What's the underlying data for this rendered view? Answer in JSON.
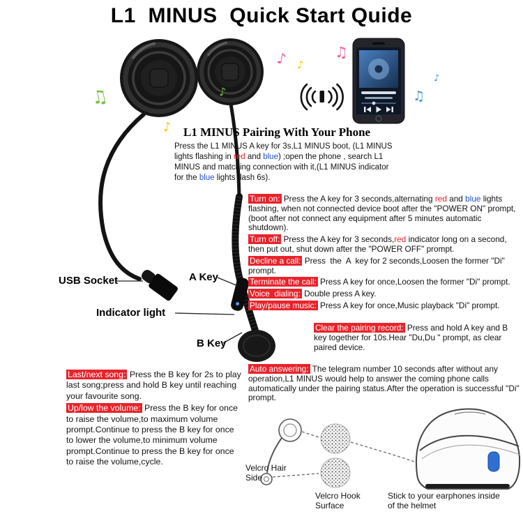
{
  "title": "L1  MINUS  Quick Start Quide",
  "colors": {
    "accent_red": "#e8232b",
    "text_blue": "#2050c8",
    "note_pink": "#ef5f9b",
    "note_green": "#76c043",
    "note_yellow": "#f3c613",
    "note_blue": "#3f8fd0",
    "device_blue": "#2f6fd1"
  },
  "icons": {
    "note": "♪",
    "beamed_note": "♫"
  },
  "pairing": {
    "heading": "L1 MINUS Pairing With Your Phone",
    "body": [
      {
        "t": "Press the L1 MINUS A key for 3s,L1 MINUS boot, (L1 MINUS lights flashing in "
      },
      {
        "t": "red",
        "c": "red"
      },
      {
        "t": " and "
      },
      {
        "t": "blue",
        "c": "blue"
      },
      {
        "t": ") ;open the phone , search L1 MINUS and matching connection with it,(L1 MINUS indicator for the "
      },
      {
        "t": "blue",
        "c": "blue"
      },
      {
        "t": " lights flash 6s)."
      }
    ]
  },
  "device_labels": {
    "usb": "USB Socket",
    "indicator": "Indicator light",
    "a_key": "A Key",
    "b_key": "B Key"
  },
  "a_key_instructions": [
    {
      "label": "Turn on:",
      "segments": [
        {
          "t": " Press the A key for 3 seconds,alternating "
        },
        {
          "t": "red",
          "c": "red"
        },
        {
          "t": " and "
        },
        {
          "t": "blue",
          "c": "blue"
        },
        {
          "t": " lights flashing, when not connected device boot after the \"POWER ON\" prompt, (boot after not connect any equipment after 5 minutes automatic shutdown)."
        }
      ]
    },
    {
      "label": "Turn off:",
      "segments": [
        {
          "t": " Press the A key for 3 seconds,"
        },
        {
          "t": "red",
          "c": "red"
        },
        {
          "t": " indicator long on a second, then put out, shut down after the \"POWER OFF\" prompt."
        }
      ]
    },
    {
      "label": "Decline a call:",
      "segments": [
        {
          "t": " Press  the  A  key for 2 seconds,Loosen the former \"Di\" prompt."
        }
      ]
    },
    {
      "label": "Terminate the call:",
      "segments": [
        {
          "t": " Press A key for once,Loosen the former \"Di\" prompt."
        }
      ]
    },
    {
      "label": "Voice  dialing:",
      "segments": [
        {
          "t": " Double press A key."
        }
      ]
    },
    {
      "label": "Play/pause music:",
      "segments": [
        {
          "t": " Press A key for once,Music playback \"Di\" prompt."
        }
      ]
    }
  ],
  "pairing_extra": [
    {
      "label": "Clear the pairing record:",
      "segments": [
        {
          "t": " Press and hold A key and B key together for 10s.Hear \"Du,Du \" prompt, as clear paired device."
        }
      ]
    },
    {
      "label": "Auto answering:",
      "segments": [
        {
          "t": " The telegram number 10 seconds after without any operation,L1 MINUS would help to answer the coming phone calls automatically under the pairing status.After the operation is successful \"Di\" prompt."
        }
      ]
    }
  ],
  "b_key_instructions": [
    {
      "label": "Last/next song:",
      "segments": [
        {
          "t": " Press the B key for 2s to play last song;press and hold B key until reaching your favourite song."
        }
      ]
    },
    {
      "label": "Up/low the volume:",
      "segments": [
        {
          "t": " Press the B key for once to raise the volume,to maximum volume prompt.Continue to press the B key for once to lower the volume,to minimum volume prompt.Continue to press the B key for once to raise the volume,cycle."
        }
      ]
    }
  ],
  "install": {
    "velcro_hair": "Velcro Hair Side",
    "velcro_hook": "Velcro Hook Surface",
    "stick_note": "Stick to your earphones inside of the helmet"
  }
}
